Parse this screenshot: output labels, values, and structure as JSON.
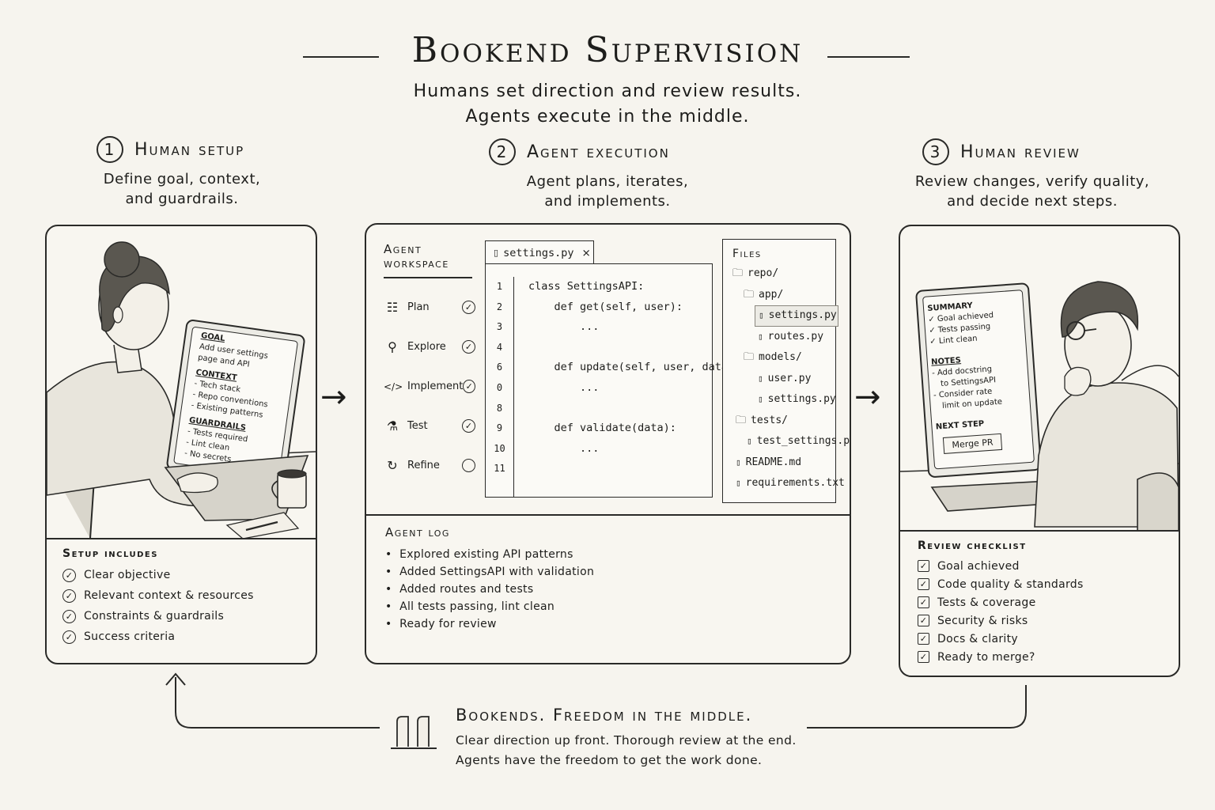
{
  "header": {
    "title": "Bookend Supervision",
    "subtitle_line1": "Humans set direction and review results.",
    "subtitle_line2": "Agents execute in the middle."
  },
  "steps": [
    {
      "number": "1",
      "title": "Human setup",
      "desc1": "Define goal, context,",
      "desc2": "and guardrails."
    },
    {
      "number": "2",
      "title": "Agent execution",
      "desc1": "Agent plans, iterates,",
      "desc2": "and implements."
    },
    {
      "number": "3",
      "title": "Human review",
      "desc1": "Review changes, verify quality,",
      "desc2": "and decide next steps."
    }
  ],
  "setup_screen": {
    "goal_label": "GOAL",
    "goal_text": [
      "Add user settings",
      "page and API"
    ],
    "context_label": "CONTEXT",
    "context_items": [
      "- Tech stack",
      "- Repo conventions",
      "- Existing patterns"
    ],
    "guardrails_label": "GUARDRAILS",
    "guardrails_items": [
      "- Tests required",
      "- Lint clean",
      "- No secrets"
    ]
  },
  "setup_includes": {
    "label": "Setup includes",
    "items": [
      "Clear objective",
      "Relevant context & resources",
      "Constraints & guardrails",
      "Success criteria"
    ]
  },
  "workspace": {
    "label_line1": "Agent",
    "label_line2": "workspace",
    "steps": [
      {
        "label": "Plan",
        "icon": "list-icon",
        "done": true
      },
      {
        "label": "Explore",
        "icon": "search-icon",
        "done": true
      },
      {
        "label": "Implement",
        "icon": "code-icon",
        "done": true
      },
      {
        "label": "Test",
        "icon": "flask-icon",
        "done": true
      },
      {
        "label": "Refine",
        "icon": "refresh-icon",
        "done": false
      }
    ]
  },
  "editor": {
    "tab": "settings.py",
    "close": "×",
    "line_numbers": [
      "1",
      "2",
      "3",
      "4",
      "6",
      "0",
      "8",
      "9",
      "10",
      "11"
    ],
    "lines": [
      "class SettingsAPI:",
      "    def get(self, user):",
      "        ...",
      "",
      "    def update(self, user, data):",
      "        ...",
      "",
      "    def validate(data):",
      "        ...",
      ""
    ]
  },
  "files": {
    "label": "Files",
    "tree": [
      "repo/",
      "app/",
      "settings.py",
      "routes.py",
      "models/",
      "user.py",
      "settings.py",
      "tests/",
      "test_settings.py",
      "README.md",
      "requirements.txt"
    ]
  },
  "agent_log": {
    "label": "Agent log",
    "items": [
      "Explored existing API patterns",
      "Added SettingsAPI with validation",
      "Added routes and tests",
      "All tests passing, lint clean",
      "Ready for review"
    ]
  },
  "review_screen": {
    "summary_label": "SUMMARY",
    "summary_items": [
      "✓ Goal achieved",
      "✓ Tests passing",
      "✓ Lint clean"
    ],
    "notes_label": "NOTES",
    "notes_items": [
      "- Add docstring",
      "to SettingsAPI",
      "- Consider rate",
      "limit on update"
    ],
    "next_step_label": "NEXT STEP",
    "merge_button": "Merge PR"
  },
  "review_checklist": {
    "label": "Review checklist",
    "items": [
      "Goal achieved",
      "Code quality & standards",
      "Tests & coverage",
      "Security & risks",
      "Docs & clarity",
      "Ready to merge?"
    ]
  },
  "footer": {
    "title": "Bookends. Freedom in the middle.",
    "line1": "Clear direction up front. Thorough review at the end.",
    "line2": "Agents have the freedom to get the work done."
  }
}
